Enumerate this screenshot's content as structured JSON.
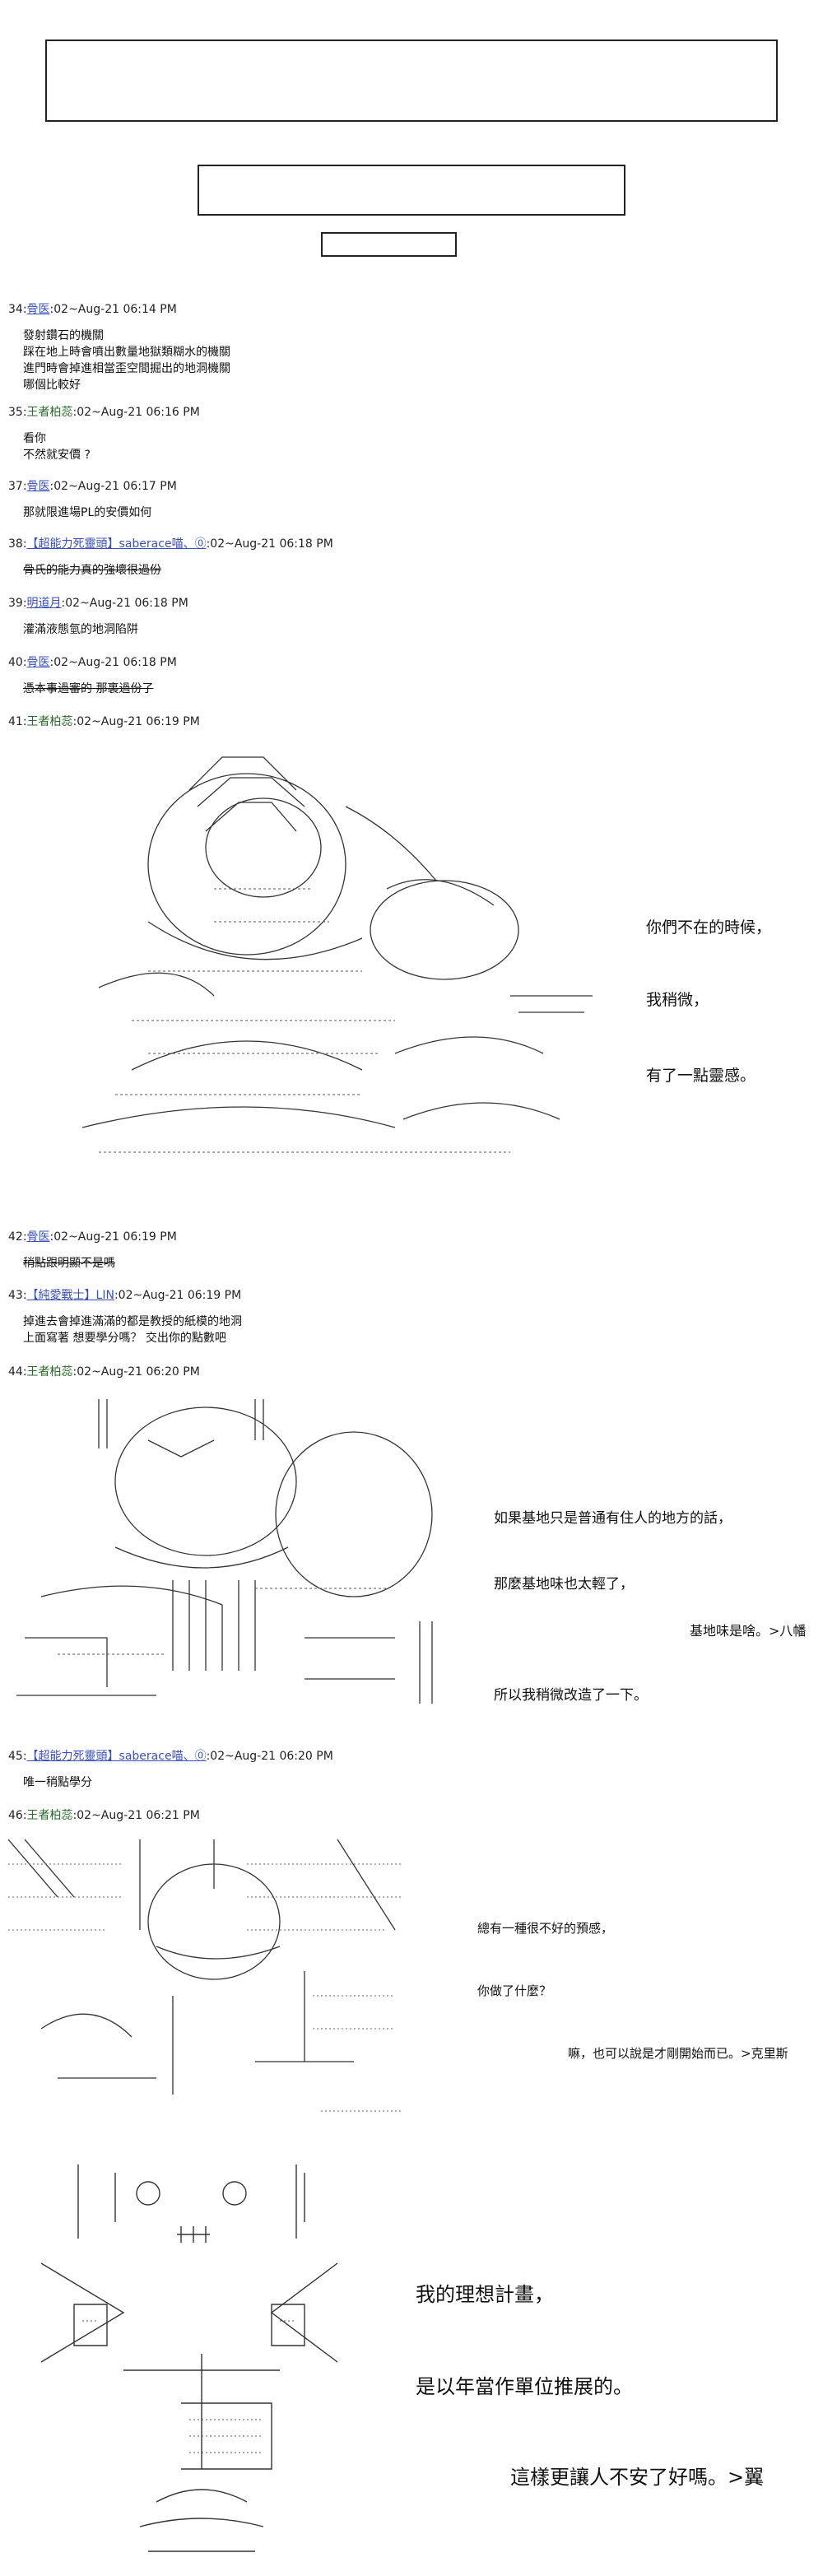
{
  "posts": [
    {
      "num": "34",
      "name": "骨医",
      "date": "02~Aug-21 06:14 PM",
      "body": "發射鑽石的機關\n踩在地上時會噴出數量地獄類糊水的機關\n進門時會掉進相當歪空間掘出的地洞機關\n哪個比較好"
    },
    {
      "num": "35",
      "name": "王者柏蕊",
      "date": "02~Aug-21 06:16 PM",
      "body": "看你\n不然就安價 ?"
    },
    {
      "num": "37",
      "name": "骨医",
      "date": "02~Aug-21 06:17 PM",
      "body": "那就限進場PL的安價如何"
    },
    {
      "num": "38",
      "name": "【超能力死靈頭】",
      "mail": "saberace喵、⓪",
      "date": "02~Aug-21 06:18 PM",
      "body": "骨氏的能力真的強壞很過份"
    },
    {
      "num": "39",
      "name": "明道月",
      "date": "02~Aug-21 06:18 PM",
      "body": "灌滿液態氫的地洞陷阱"
    },
    {
      "num": "40",
      "name": "骨医",
      "date": "02~Aug-21 06:18 PM",
      "body": "憑本事過審的 那裏過份了"
    },
    {
      "num": "41",
      "name": "王者柏蕊",
      "date": "02~Aug-21 06:19 PM",
      "body": ""
    },
    {
      "num": "42",
      "name": "骨医",
      "date": "02~Aug-21 06:19 PM",
      "body": "稍點跟明顯不是嗎"
    },
    {
      "num": "43",
      "name": "【純愛戰士】LIN",
      "date": "02~Aug-21 06:19 PM",
      "body": "掉進去會掉進滿滿的都是教授的紙模的地洞\n上面寫著 想要學分嗎？ 交出你的點數吧"
    },
    {
      "num": "44",
      "name": "王者柏蕊",
      "date": "02~Aug-21 06:20 PM",
      "body": ""
    },
    {
      "num": "45",
      "name": "【超能力死靈頭】",
      "mail": "saberace喵、⓪",
      "date": "02~Aug-21 06:20 PM",
      "body": "唯一稍點學分"
    },
    {
      "num": "46",
      "name": "王者柏蕊",
      "date": "02~Aug-21 06:21 PM",
      "body": ""
    }
  ],
  "speech_41": [
    "你們不在的時候，",
    "我稍微，",
    "有了一點靈感。"
  ],
  "speech_44": [
    "如果基地只是普通有住人的地方的話，",
    "那麼基地味也太輕了，",
    "基地味是啥。>八幡",
    "所以我稍微改造了一下。"
  ],
  "speech_46": [
    "總有一種很不好的預感，",
    "你做了什麼？",
    "嘛，也可以說是才剛開始而已。>克里斯"
  ],
  "speech_final": [
    "我的理想計畫，",
    "是以年當作單位推展的。",
    "這樣更讓人不安了好嗎。>翼"
  ]
}
